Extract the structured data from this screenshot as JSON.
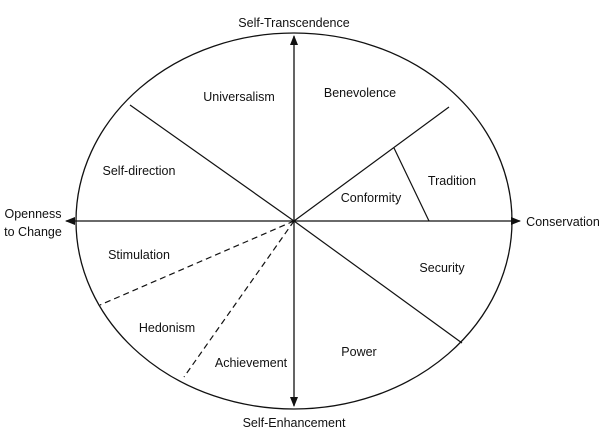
{
  "diagram": {
    "axes": {
      "top": "Self-Transcendence",
      "bottom": "Self-Enhancement",
      "left_line1": "Openness",
      "left_line2": "to Change",
      "right": "Conservation"
    },
    "values": {
      "universalism": "Universalism",
      "benevolence": "Benevolence",
      "tradition": "Tradition",
      "conformity": "Conformity",
      "security": "Security",
      "power": "Power",
      "achievement": "Achievement",
      "hedonism": "Hedonism",
      "stimulation": "Stimulation",
      "self_direction": "Self-direction"
    },
    "colors": {
      "stroke": "#111111",
      "background": "#ffffff"
    }
  }
}
